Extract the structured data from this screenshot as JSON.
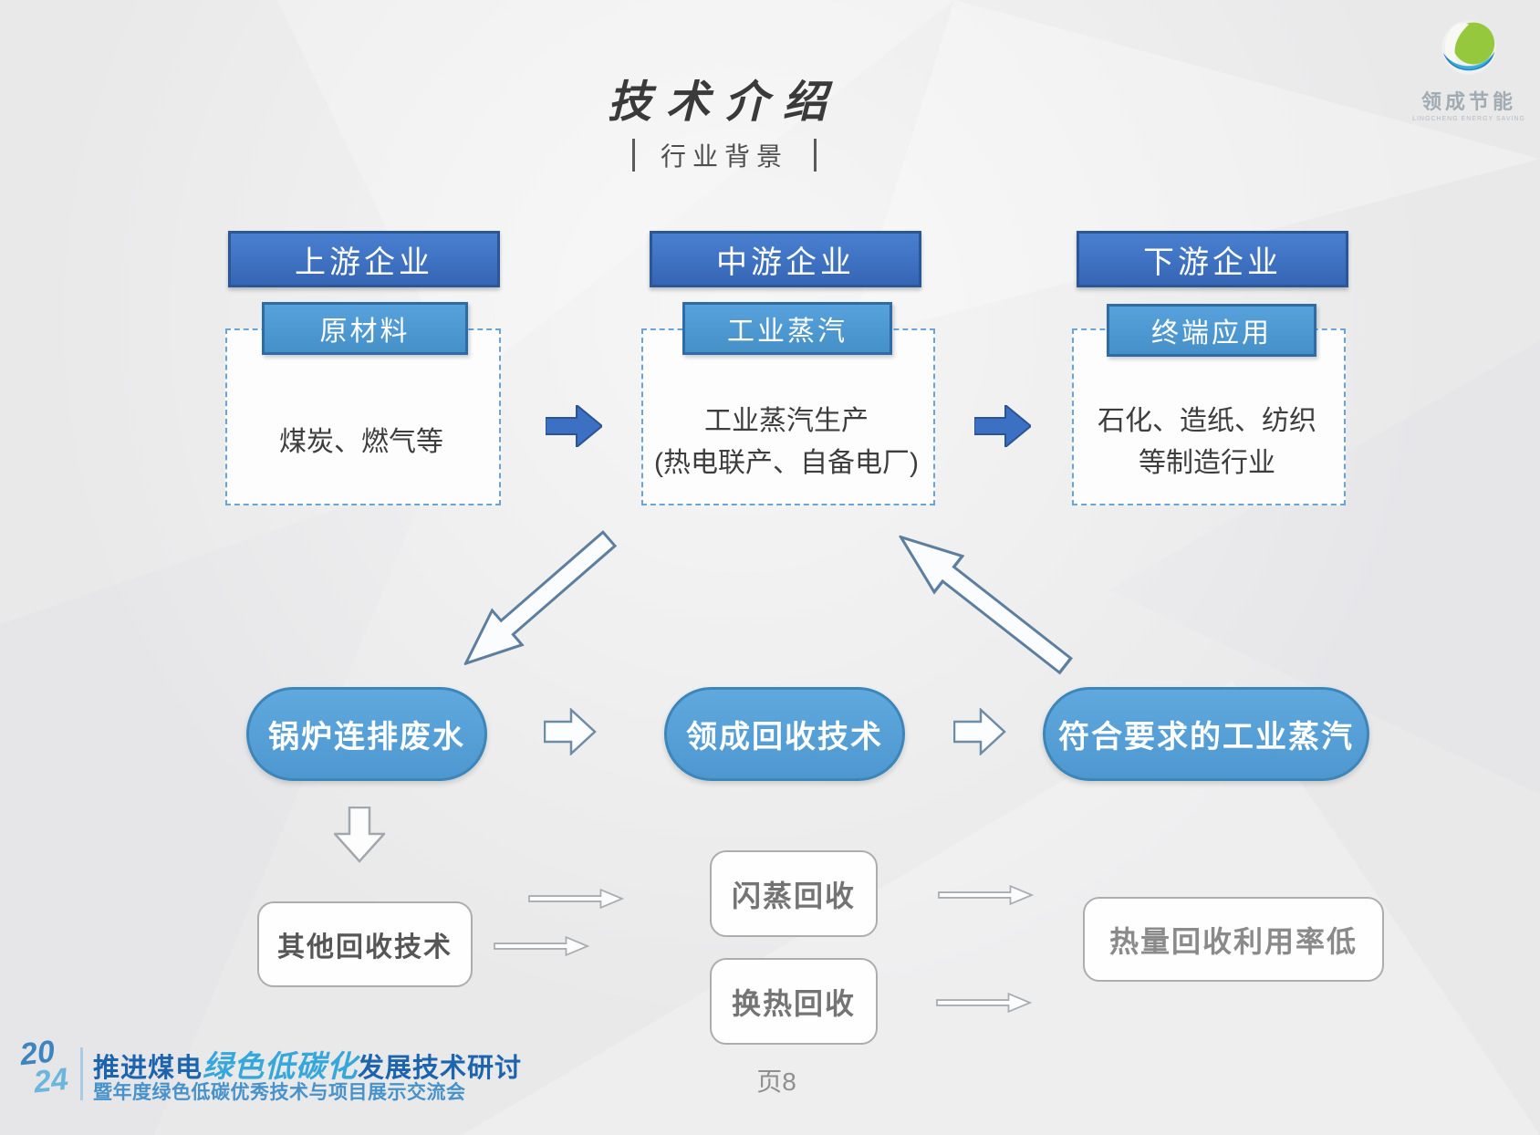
{
  "slide": {
    "title": "技术介绍",
    "subtitle": "行业背景",
    "page_number": "页8"
  },
  "logo": {
    "name": "领成节能",
    "tagline": "LINGCHENG ENERGY SAVING"
  },
  "chain": {
    "columns": [
      {
        "header": "上游企业",
        "tag": "原材料",
        "line1": "煤炭、燃气等",
        "line2": ""
      },
      {
        "header": "中游企业",
        "tag": "工业蒸汽",
        "line1": "工业蒸汽生产",
        "line2": "(热电联产、自备电厂)"
      },
      {
        "header": "下游企业",
        "tag": "终端应用",
        "line1": "石化、造纸、纺织",
        "line2": "等制造行业"
      }
    ]
  },
  "process": {
    "pills": [
      "锅炉连排废水",
      "领成回收技术",
      "符合要求的工业蒸汽"
    ]
  },
  "alternatives": {
    "other": "其他回收技术",
    "flash": "闪蒸回收",
    "exchange": "换热回收",
    "result": "热量回收利用率低"
  },
  "footer": {
    "year_top": "20",
    "year_bottom": "24",
    "line1_a": "推进煤电",
    "line1_b": "绿色低碳化",
    "line1_c": "发展技术研讨",
    "line2": "暨年度绿色低碳优秀技术与项目展示交流会"
  },
  "colors": {
    "header_blue": "#3b70c2",
    "tag_blue": "#4f9ad5",
    "pill_blue": "#58a3da",
    "dash_border": "#6aa3d8",
    "footer_dark_blue": "#1c64ae",
    "footer_light_blue": "#36a7db",
    "logo_green": "#8dc63f",
    "logo_blue": "#2584c6"
  }
}
